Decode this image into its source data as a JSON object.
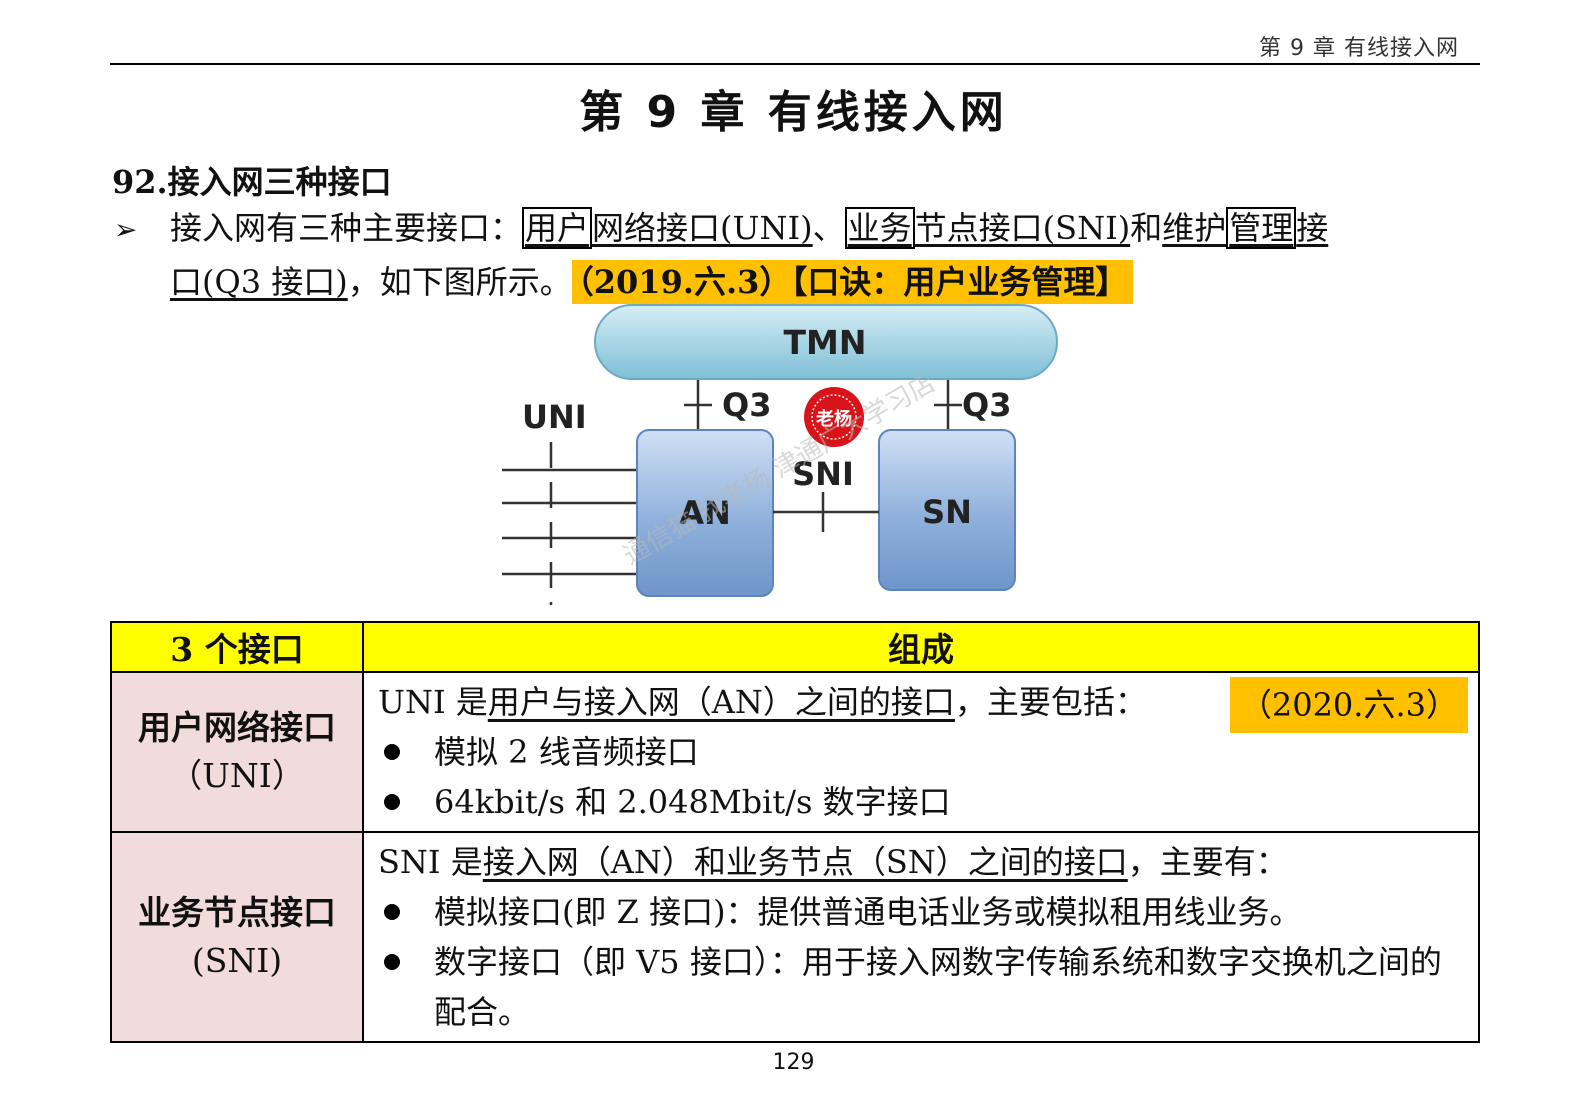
{
  "header": {
    "running_title": "第 9 章  有线接入网"
  },
  "chapter": {
    "title": "第 9 章  有线接入网"
  },
  "section": {
    "heading": "92.接入网三种接口",
    "intro": {
      "prefix": "接入网有三种主要接口：",
      "uni_box": "用户",
      "uni_rest": "网络接口(UNI)",
      "sep": "、",
      "sni_box": "业务",
      "sni_rest": "节点接口(SNI)",
      "and": "和",
      "q3_pre": "维护",
      "q3_box": "管理",
      "q3_post": "接",
      "q3_line2": "口(Q3 接口)",
      "tail": "，如下图所示。",
      "highlight": "（2019.六.3）【口诀：用户业务管理】"
    }
  },
  "diagram": {
    "tmn_label": "TMN",
    "q3_left": "Q3",
    "q3_right": "Q3",
    "uni_label": "UNI",
    "sni_label": "SNI",
    "an_label": "AN",
    "sn_label": "SN",
    "seal_text": "老杨",
    "watermark": "通信猫  找老杨     津通广大学习店"
  },
  "table": {
    "headers": [
      "3 个接口",
      "组成"
    ],
    "rows": [
      {
        "name": "用户网络接口",
        "abbr": "（UNI）",
        "lead_pre": "UNI 是",
        "lead_ul": "用户与接入网（AN）之间的接口",
        "lead_post": "，主要包括：",
        "highlight": "（2020.六.3）",
        "items": [
          "模拟 2 线音频接口",
          "64kbit/s 和 2.048Mbit/s 数字接口"
        ]
      },
      {
        "name": "业务节点接口",
        "abbr": "(SNI)",
        "lead_pre": "SNI 是",
        "lead_ul": "接入网（AN）和业务节点（SN）之间的接口",
        "lead_post": "，主要有：",
        "items": [
          "模拟接口(即 Z 接口)：提供普通电话业务或模拟租用线业务。",
          "数字接口（即 V5 接口）：用于接入网数字传输系统和数字交换机之间的配合。"
        ]
      }
    ]
  },
  "footer": {
    "page_number": "129"
  },
  "colors": {
    "highlight": "#ffc000",
    "table_header": "#ffff00",
    "name_cell": "#f2dcdb",
    "tmn_fill": "#a9d6e5",
    "node_fill": "#8fb0dc",
    "seal": "#d7141a"
  }
}
